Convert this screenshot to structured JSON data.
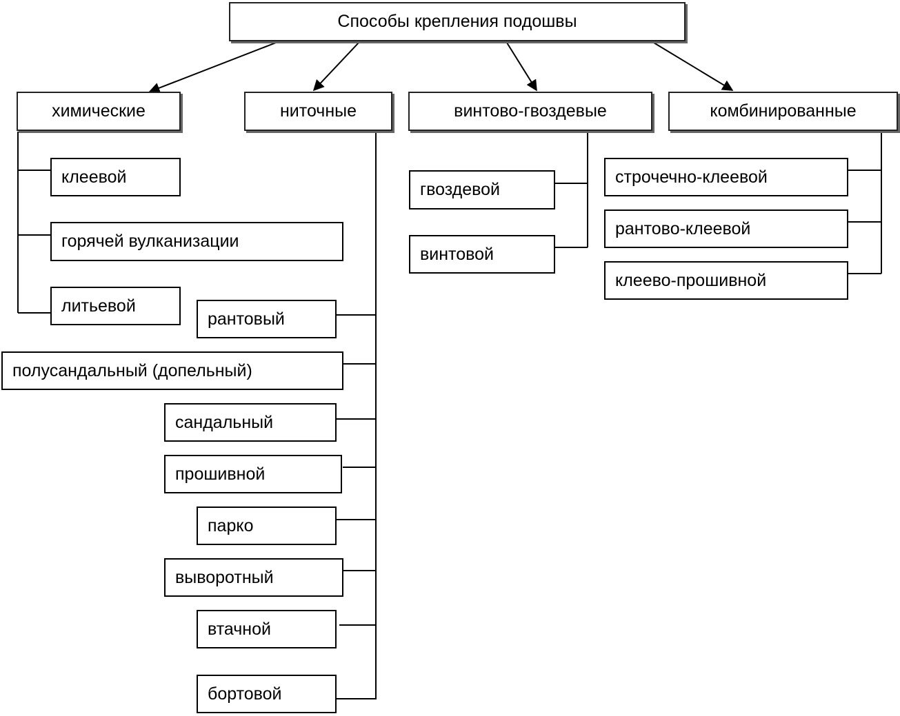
{
  "diagram": {
    "title": "Способы крепления подошвы",
    "categories": [
      {
        "id": "chemical",
        "label": "химические",
        "children": [
          "клеевой",
          "горячей вулканизации",
          "литьевой"
        ]
      },
      {
        "id": "thread",
        "label": "ниточные",
        "children": [
          "рантовый",
          "полусандальный (допельный)",
          "сандальный",
          "прошивной",
          "парко",
          "выворотный",
          "втачной",
          "бортовой"
        ]
      },
      {
        "id": "screw-nail",
        "label": "винтово-гвоздевые",
        "children": [
          "гвоздевой",
          "винтовой"
        ]
      },
      {
        "id": "combined",
        "label": "комбинированные",
        "children": [
          "строчечно-клеевой",
          "рантово-клеевой",
          "клеево-прошивной"
        ]
      }
    ]
  }
}
